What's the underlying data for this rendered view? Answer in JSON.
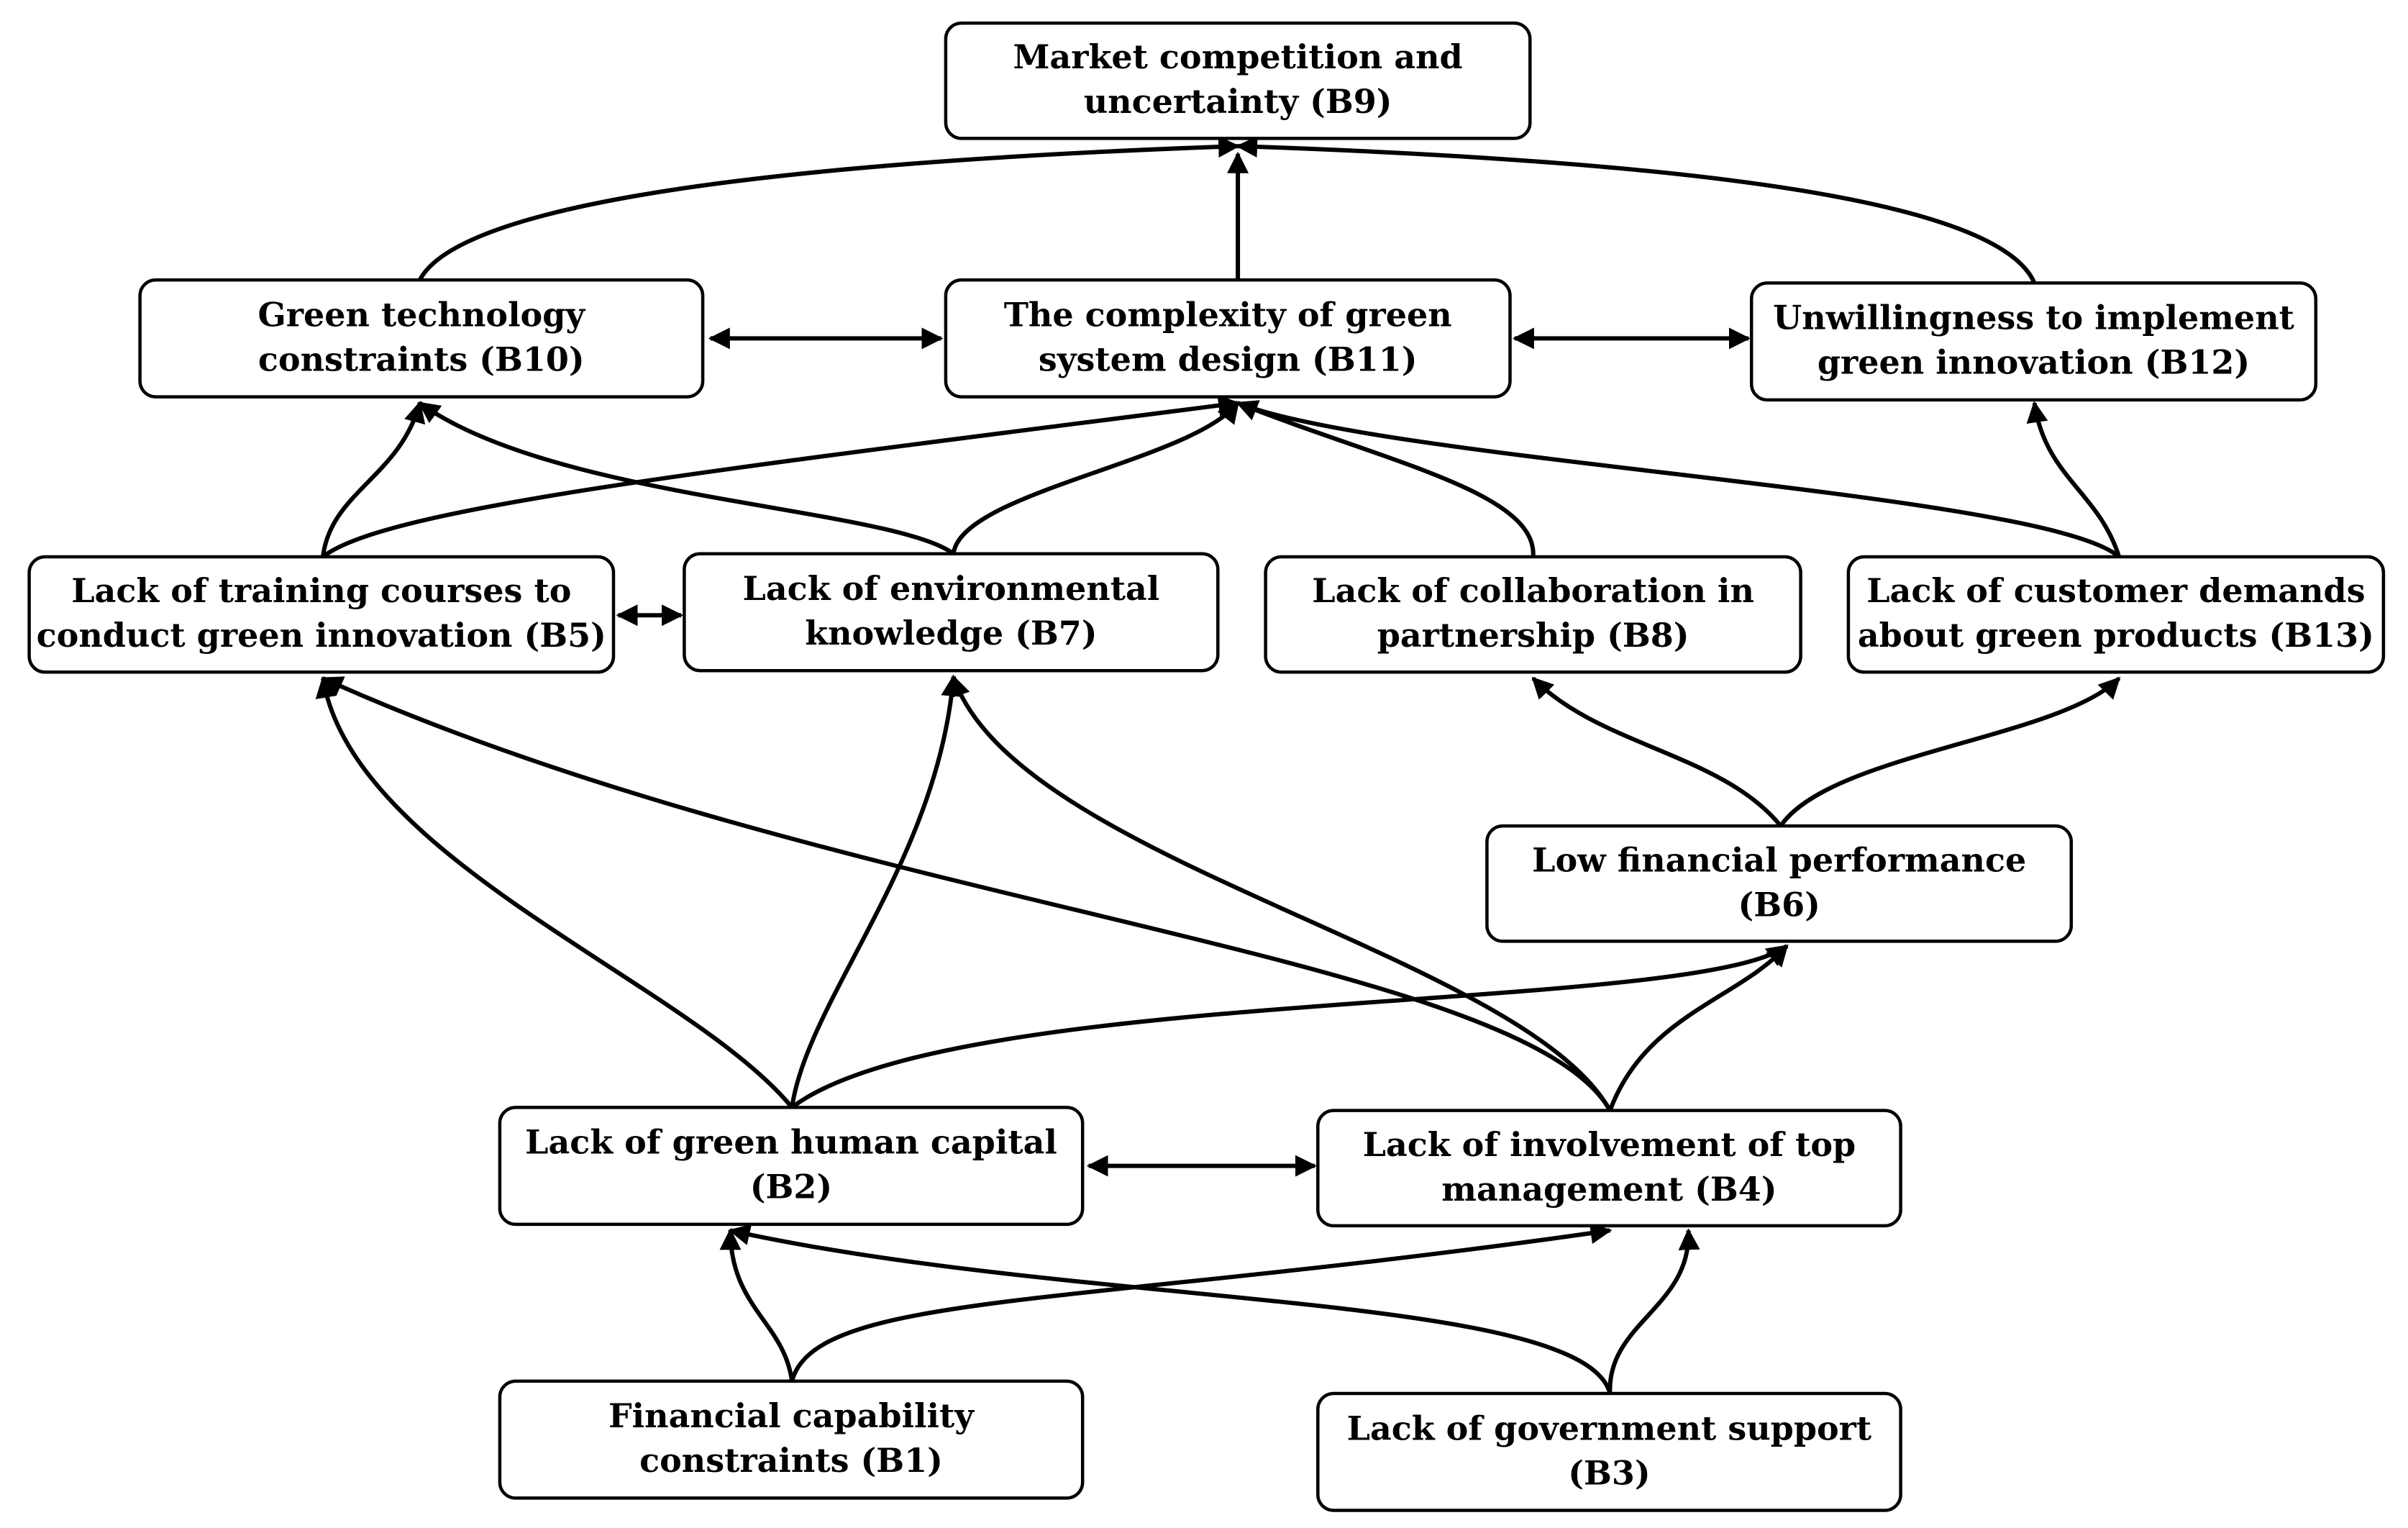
{
  "nodes": [
    {
      "id": "B9",
      "lines": [
        "Market competition and",
        "uncertainty (B9)"
      ]
    },
    {
      "id": "B10",
      "lines": [
        "Green technology",
        "constraints (B10)"
      ]
    },
    {
      "id": "B11",
      "lines": [
        "The complexity of green",
        "system design (B11)"
      ]
    },
    {
      "id": "B12",
      "lines": [
        "Unwillingness to implement",
        "green innovation (B12)"
      ]
    },
    {
      "id": "B5",
      "lines": [
        "Lack of training courses to",
        "conduct green innovation (B5)"
      ]
    },
    {
      "id": "B7",
      "lines": [
        "Lack of environmental",
        "knowledge (B7)"
      ]
    },
    {
      "id": "B8",
      "lines": [
        "Lack of collaboration in",
        "partnership (B8)"
      ]
    },
    {
      "id": "B13",
      "lines": [
        "Lack of customer demands",
        "about green products (B13)"
      ]
    },
    {
      "id": "B6",
      "lines": [
        "Low financial performance",
        "(B6)"
      ]
    },
    {
      "id": "B2",
      "lines": [
        "Lack of green human capital",
        "(B2)"
      ]
    },
    {
      "id": "B4",
      "lines": [
        "Lack of involvement of top",
        "management (B4)"
      ]
    },
    {
      "id": "B1",
      "lines": [
        "Financial capability",
        "constraints (B1)"
      ]
    },
    {
      "id": "B3",
      "lines": [
        "Lack of government support",
        "(B3)"
      ]
    }
  ],
  "edges": [
    {
      "from": "B10",
      "to": "B9"
    },
    {
      "from": "B11",
      "to": "B9"
    },
    {
      "from": "B12",
      "to": "B9"
    },
    {
      "from": "B10",
      "to": "B11",
      "bidirectional": true
    },
    {
      "from": "B11",
      "to": "B12",
      "bidirectional": true
    },
    {
      "from": "B5",
      "to": "B10"
    },
    {
      "from": "B5",
      "to": "B11"
    },
    {
      "from": "B7",
      "to": "B10"
    },
    {
      "from": "B7",
      "to": "B11"
    },
    {
      "from": "B8",
      "to": "B11"
    },
    {
      "from": "B13",
      "to": "B11"
    },
    {
      "from": "B13",
      "to": "B12"
    },
    {
      "from": "B5",
      "to": "B7",
      "bidirectional": true
    },
    {
      "from": "B6",
      "to": "B8"
    },
    {
      "from": "B6",
      "to": "B13"
    },
    {
      "from": "B2",
      "to": "B5"
    },
    {
      "from": "B2",
      "to": "B7"
    },
    {
      "from": "B2",
      "to": "B6"
    },
    {
      "from": "B4",
      "to": "B5"
    },
    {
      "from": "B4",
      "to": "B7"
    },
    {
      "from": "B4",
      "to": "B6"
    },
    {
      "from": "B2",
      "to": "B4",
      "bidirectional": true
    },
    {
      "from": "B1",
      "to": "B2"
    },
    {
      "from": "B1",
      "to": "B4"
    },
    {
      "from": "B3",
      "to": "B2"
    },
    {
      "from": "B3",
      "to": "B4"
    }
  ]
}
